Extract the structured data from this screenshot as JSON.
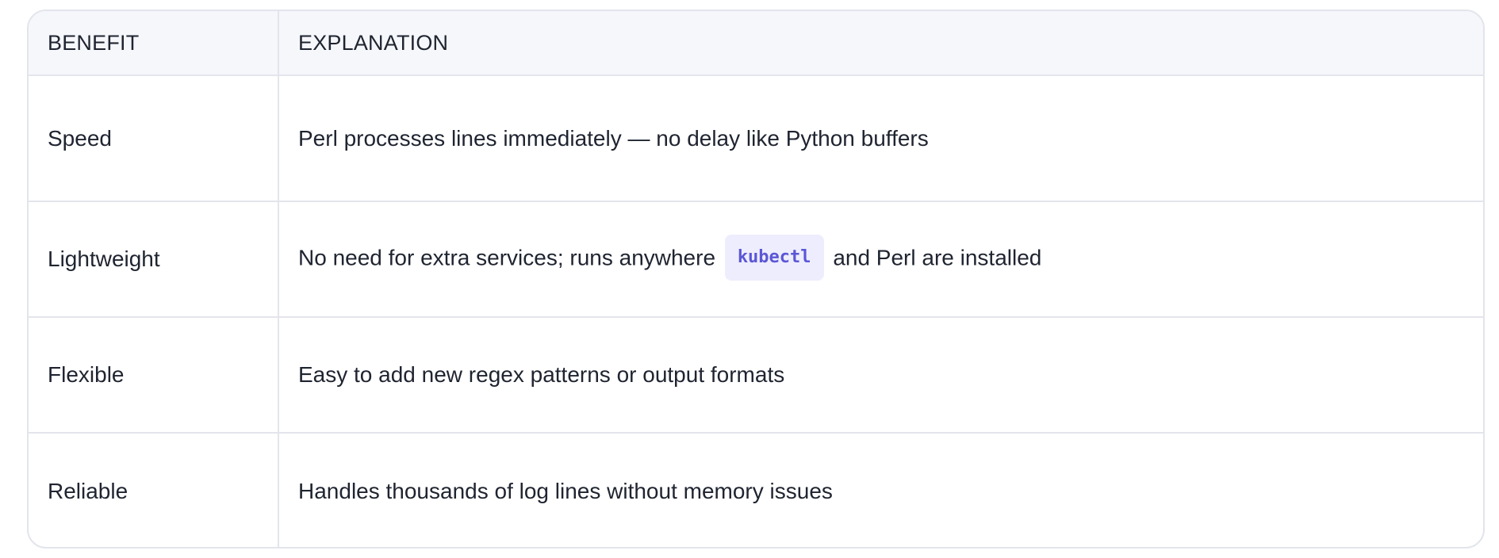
{
  "table": {
    "headers": {
      "benefit": "BENEFIT",
      "explanation": "EXPLANATION"
    },
    "rows": [
      {
        "benefit": "Speed",
        "explanation": "Perl processes lines immediately — no delay like Python buffers"
      },
      {
        "benefit": "Lightweight",
        "explanation_before": "No need for extra services; runs anywhere",
        "code": "kubectl",
        "explanation_after": "and Perl are installed"
      },
      {
        "benefit": "Flexible",
        "explanation": "Easy to add new regex patterns or output formats"
      },
      {
        "benefit": "Reliable",
        "explanation": "Handles thousands of log lines without memory issues"
      }
    ]
  },
  "colors": {
    "border": "#e3e5ec",
    "header_bg": "#f6f7fb",
    "text": "#1f2430",
    "code_text": "#5b57d6",
    "code_bg": "#eeedfd"
  }
}
